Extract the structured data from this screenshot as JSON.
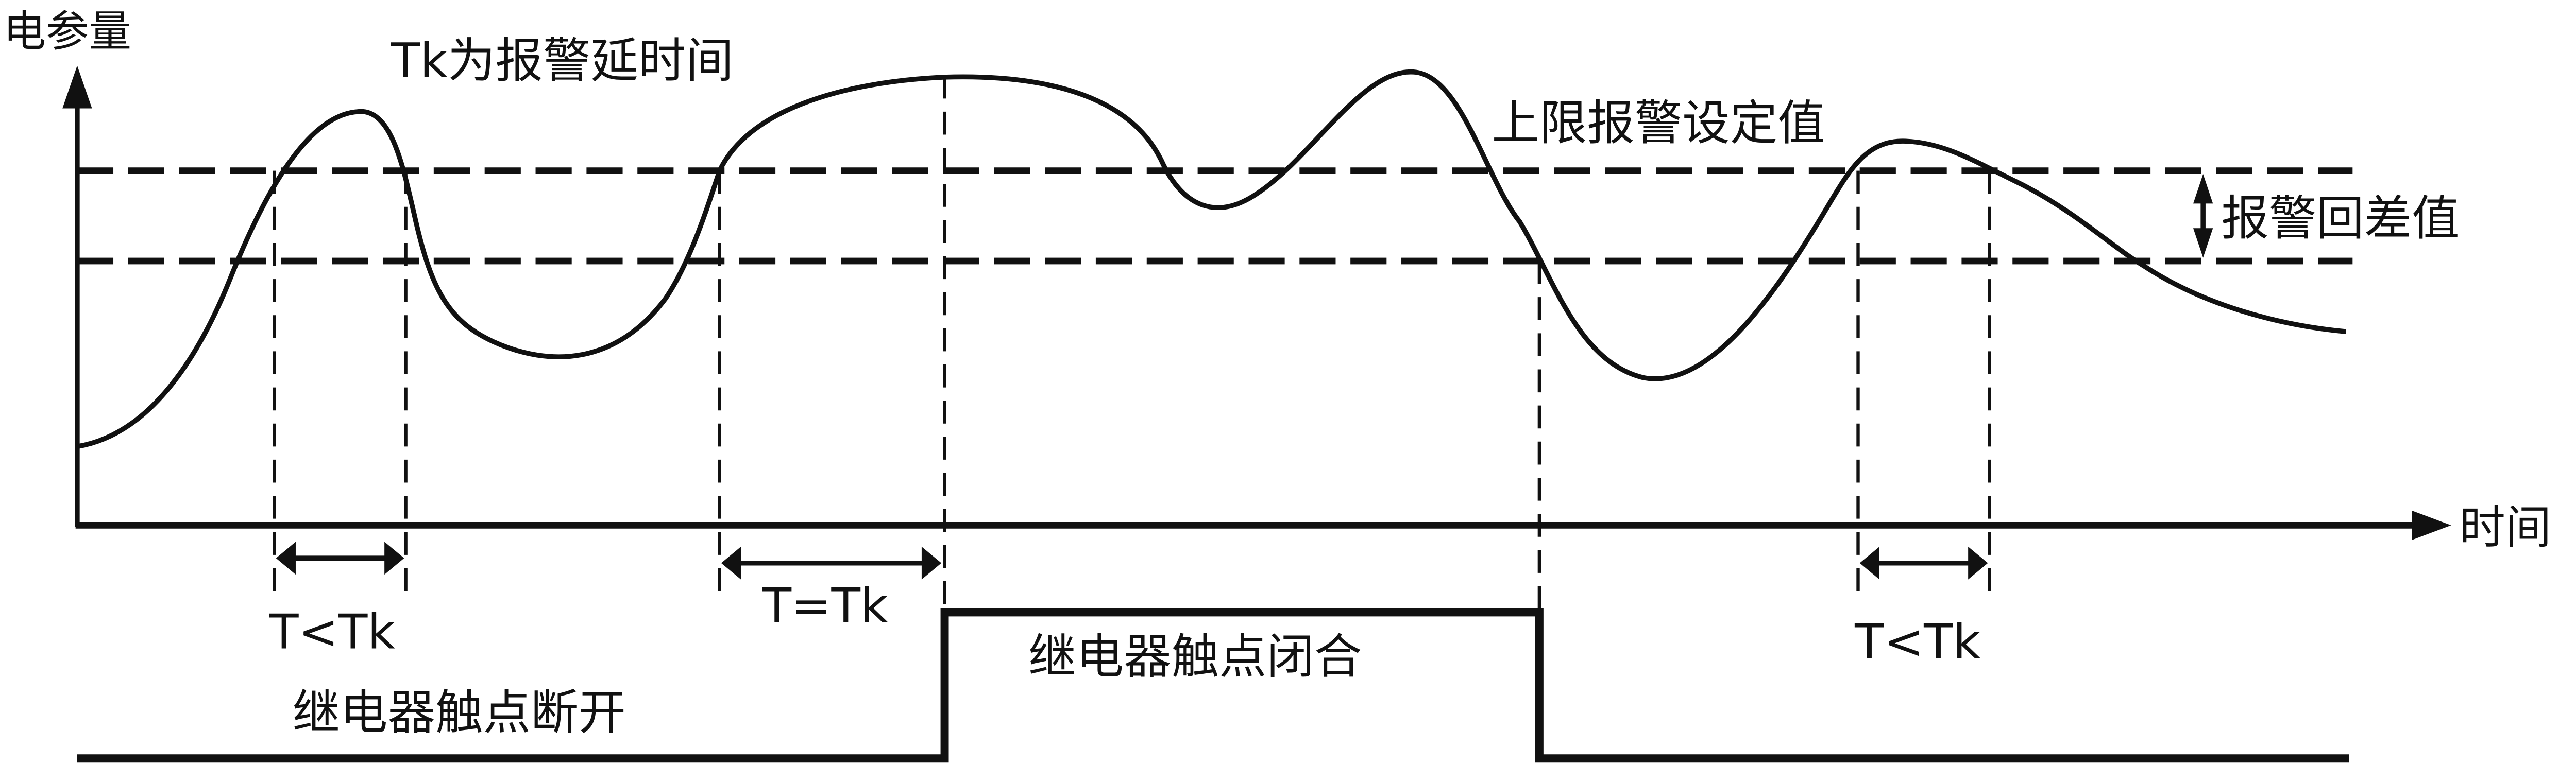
{
  "labels": {
    "y_axis": "电参量",
    "x_axis": "时间",
    "tk_note": "Tk为报警延时间",
    "upper_limit": "上限报警设定值",
    "hysteresis": "报警回差值",
    "interval_1": "T<Tk",
    "interval_2": "T=Tk",
    "interval_3": "T<Tk",
    "relay_open": "继电器触点断开",
    "relay_closed": "继电器触点闭合"
  },
  "colors": {
    "stroke": "#111111",
    "background": "#ffffff"
  }
}
